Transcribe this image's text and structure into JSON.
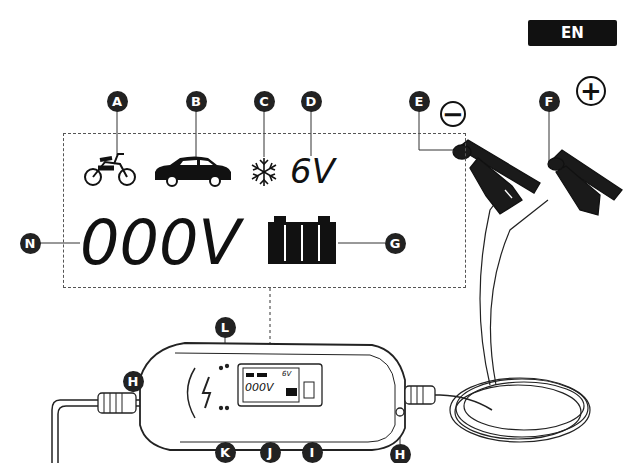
{
  "diagram": {
    "nodes": [
      {
        "text": [
          "EN"
        ]
      },
      {
        "text": [
          "A"
        ]
      },
      {
        "text": [
          "B"
        ]
      },
      {
        "text": [
          "C"
        ]
      },
      {
        "text": [
          "D"
        ]
      },
      {
        "text": [
          "E"
        ]
      },
      {
        "text": [
          "F"
        ]
      },
      {
        "text": [
          "−"
        ]
      },
      {
        "text": [
          "+"
        ]
      },
      {
        "text": [
          "6V",
          "000V"
        ]
      },
      {
        "text": [
          "N"
        ]
      },
      {
        "text": [
          "G"
        ]
      },
      {
        "text": [
          "H"
        ]
      },
      {
        "text": [
          "L"
        ]
      },
      {
        "text": [
          "6V",
          "000V"
        ]
      },
      {
        "text": [
          "K"
        ]
      },
      {
        "text": [
          "J"
        ]
      },
      {
        "text": [
          "I"
        ]
      },
      {
        "text": [
          "H"
        ]
      }
    ]
  }
}
